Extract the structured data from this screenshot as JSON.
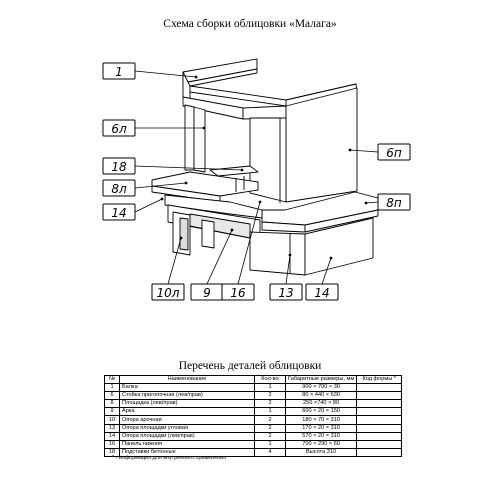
{
  "diagram": {
    "title": "Схема сборки облицовки «Малага»",
    "callouts": [
      "1",
      "6л",
      "18",
      "8л",
      "14",
      "6п",
      "8п",
      "10л",
      "9",
      "16",
      "13",
      "14"
    ]
  },
  "parts_table": {
    "title": "Перечень деталей облицовки",
    "headers": [
      "№",
      "Наименование",
      "Кол-во",
      "Габаритные размеры, мм",
      "Код формы *"
    ],
    "rows": [
      [
        "1",
        "Балка",
        "1",
        "900 × 700 × 30",
        ""
      ],
      [
        "6",
        "Стойка пригопочная (лев/прав)",
        "2",
        "80 × 440 × 630",
        ""
      ],
      [
        "8",
        "Площадка (лев/прав)",
        "2",
        "250 ×740 × 80",
        ""
      ],
      [
        "9",
        "Арка",
        "1",
        "600 × 20 × 150",
        ""
      ],
      [
        "10",
        "Опора арочная",
        "2",
        "180 × 70 × 310",
        ""
      ],
      [
        "13",
        "Опора площадки угловая",
        "2",
        "170 × 20 × 310",
        ""
      ],
      [
        "14",
        "Опора площадки (лев/прав)",
        "2",
        "570 × 20 × 310",
        ""
      ],
      [
        "16",
        "Панель нижняя",
        "1",
        "700 × 290 × 60",
        ""
      ],
      [
        "18",
        "Подставки бетонные",
        "4",
        "Высота 310",
        ""
      ]
    ],
    "footnote": "* - информация для внутреннего применения"
  }
}
